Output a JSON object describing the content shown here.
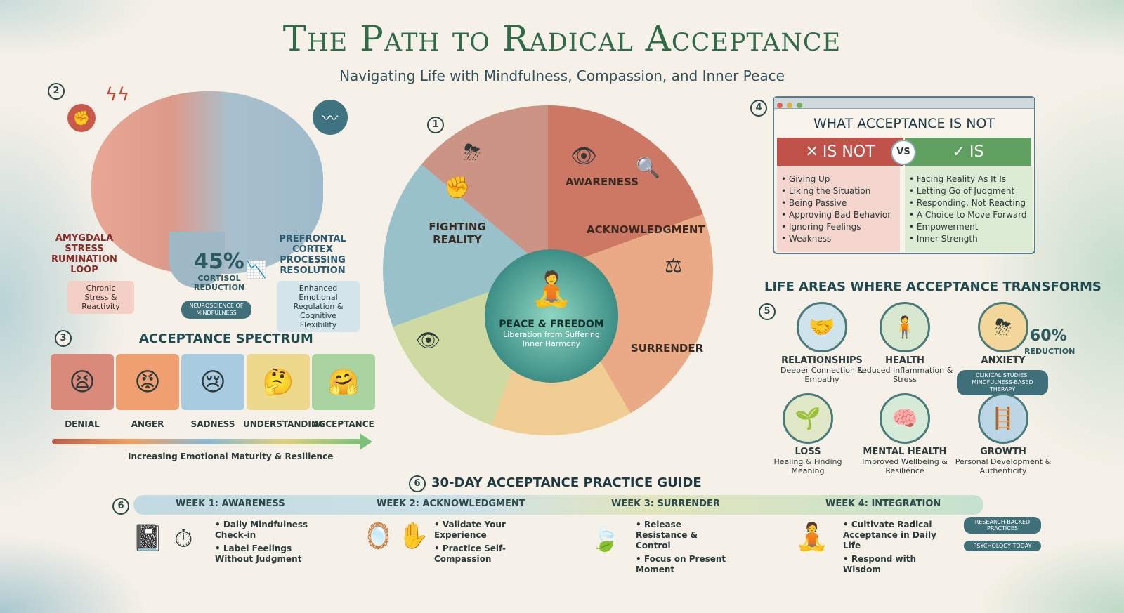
{
  "title": "The Path to Radical Acceptance",
  "subtitle": "Navigating Life with Mindfulness, Compassion, and Inner Peace",
  "brain": {
    "number": "2",
    "amygdala": "AMYGDALA STRESS RUMINATION LOOP",
    "amygdala_box": "Chronic Stress & Reactivity",
    "prefrontal": "PREFRONTAL CORTEX PROCESSING RESOLUTION",
    "prefrontal_box": "Enhanced Emotional Regulation & Cognitive Flexibility",
    "stat": "45%",
    "stat_label": "CORTISOL REDUCTION",
    "badge": "NEUROSCIENCE OF MINDFULNESS"
  },
  "spiral": {
    "number": "1",
    "stages": [
      "FIGHTING REALITY",
      "AWARENESS",
      "ACKNOWLEDGMENT",
      "SURRENDER"
    ],
    "center_title": "PEACE & FREEDOM",
    "center_sub1": "Liberation from Suffering",
    "center_sub2": "Inner Harmony"
  },
  "comparison": {
    "number": "4",
    "title": "WHAT ACCEPTANCE IS NOT",
    "not_label": "IS NOT",
    "vs": "VS",
    "is_label": "IS",
    "not_items": [
      "Giving Up",
      "Liking the Situation",
      "Being Passive",
      "Approving Bad Behavior",
      "Ignoring Feelings",
      "Weakness"
    ],
    "is_items": [
      "Facing Reality As It Is",
      "Letting Go of Judgment",
      "Responding, Not Reacting",
      "A Choice to Move Forward",
      "Empowerment",
      "Inner Strength"
    ]
  },
  "life_areas": {
    "number": "5",
    "title": "LIFE AREAS WHERE ACCEPTANCE TRANSFORMS",
    "stat": "60%",
    "stat_label": "REDUCTION",
    "clinical": "CLINICAL STUDIES: MINDFULNESS-BASED THERAPY",
    "items": [
      {
        "title": "RELATIONSHIPS",
        "desc": "Deeper Connection & Empathy",
        "icon": "🤝"
      },
      {
        "title": "HEALTH",
        "desc": "Reduced Inflammation & Stress",
        "icon": "🧍"
      },
      {
        "title": "ANXIETY",
        "desc": "",
        "icon": "⛈"
      },
      {
        "title": "LOSS",
        "desc": "Healing & Finding Meaning",
        "icon": "🌱"
      },
      {
        "title": "MENTAL HEALTH",
        "desc": "Improved Wellbeing & Resilience",
        "icon": "🧠"
      },
      {
        "title": "GROWTH",
        "desc": "Personal Development & Authenticity",
        "icon": "🪜"
      }
    ]
  },
  "spectrum": {
    "number": "3",
    "title": "ACCEPTANCE SPECTRUM",
    "items": [
      {
        "label": "DENIAL",
        "icon": "😫",
        "color": "#d98a7a"
      },
      {
        "label": "ANGER",
        "icon": "😡",
        "color": "#f0a070"
      },
      {
        "label": "SADNESS",
        "icon": "😢",
        "color": "#a9cbe0"
      },
      {
        "label": "UNDERSTANDING",
        "icon": "🤔",
        "color": "#ecd98c"
      },
      {
        "label": "ACCEPTANCE",
        "icon": "🤗",
        "color": "#a9d3a0"
      }
    ],
    "bar_label": "Increasing Emotional Maturity & Resilience"
  },
  "guide": {
    "number": "6",
    "title": "30-DAY ACCEPTANCE PRACTICE GUIDE",
    "weeks": [
      {
        "title": "WEEK 1: AWARENESS",
        "items": [
          "Daily Mindfulness Check-in",
          "Label Feelings Without Judgment"
        ]
      },
      {
        "title": "WEEK 2: ACKNOWLEDGMENT",
        "items": [
          "Validate Your Experience",
          "Practice Self-Compassion"
        ]
      },
      {
        "title": "WEEK 3: SURRENDER",
        "items": [
          "Release Resistance & Control",
          "Focus on Present Moment"
        ]
      },
      {
        "title": "WEEK 4: INTEGRATION",
        "items": [
          "Cultivate Radical Acceptance in Daily Life",
          "Respond with Wisdom"
        ]
      }
    ],
    "badges": [
      "RESEARCH-BACKED PRACTICES",
      "PSYCHOLOGY TODAY"
    ]
  }
}
